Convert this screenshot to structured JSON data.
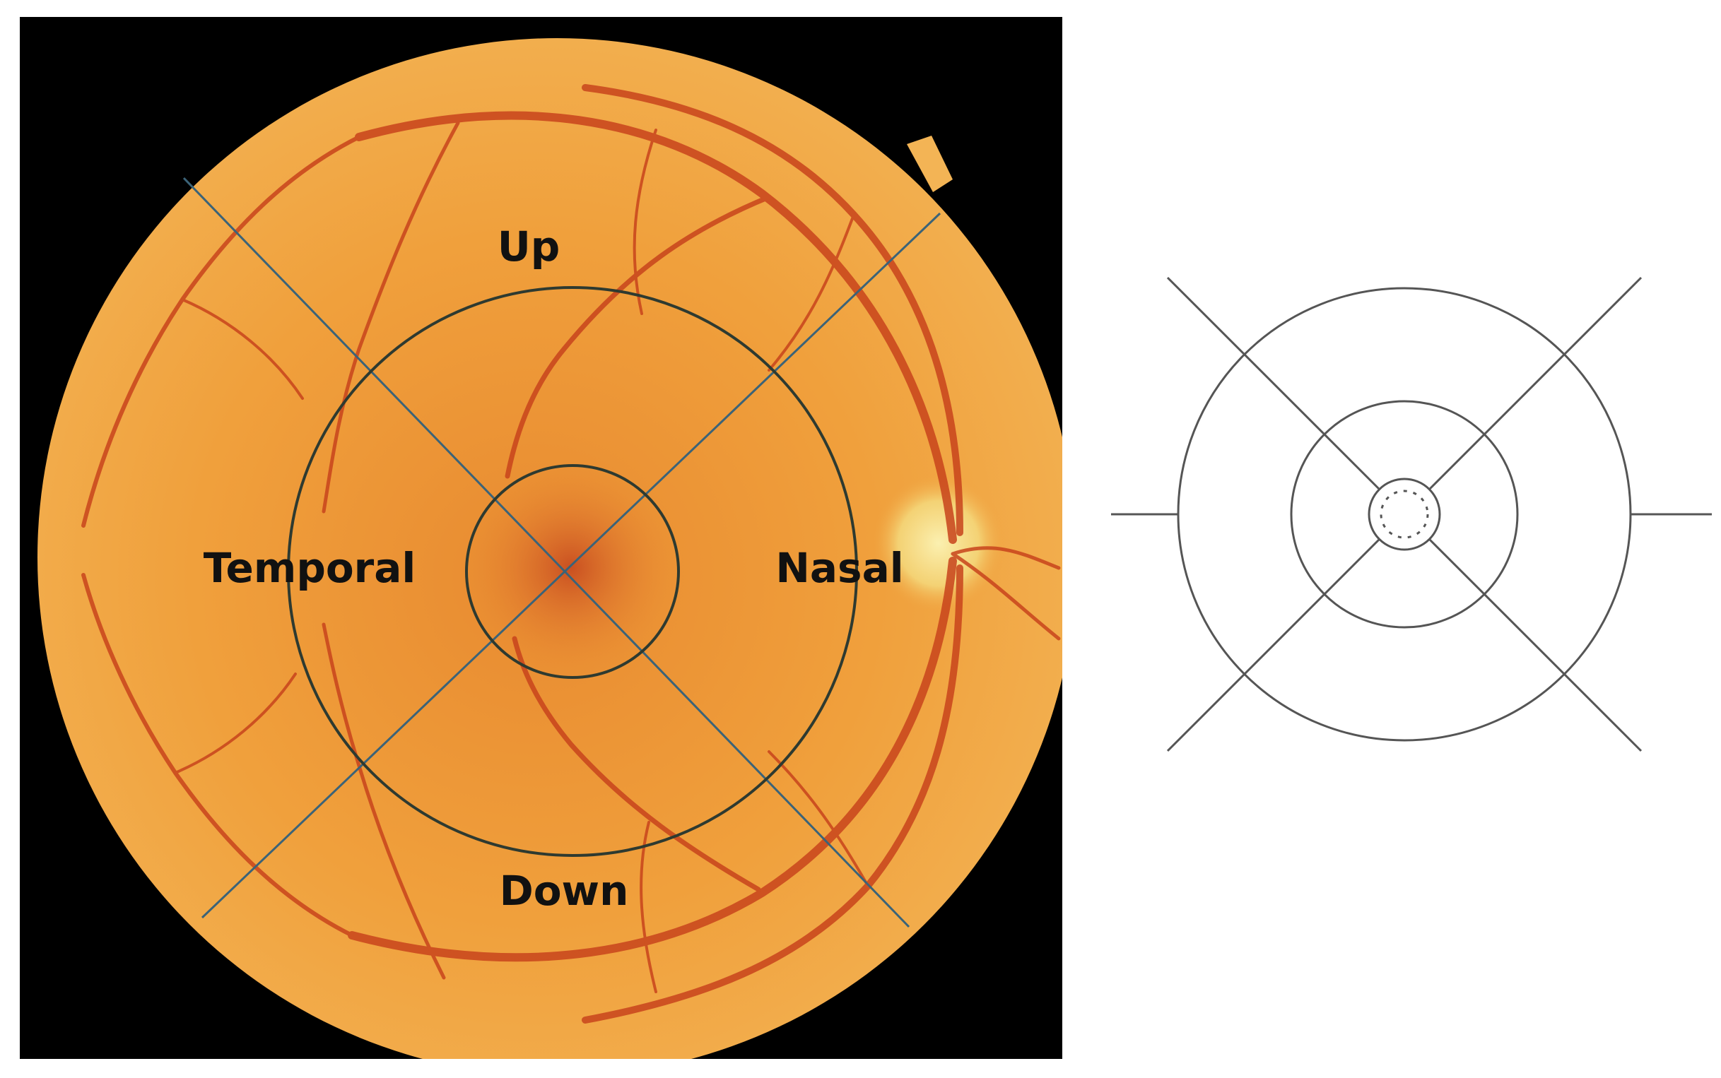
{
  "figure": {
    "fundus_photo": {
      "labels": {
        "up": "Up",
        "down": "Down",
        "temporal": "Temporal",
        "nasal": "Nasal"
      },
      "colors": {
        "background": "#000000",
        "retina": "#f0a03c",
        "vessel": "#c8441c",
        "optic_disc": "#f6e49a",
        "overlay_circle": "#2e3a30",
        "overlay_line": "#3b6378"
      }
    },
    "schematic": {
      "colors": {
        "stroke": "#555555",
        "background": "#ffffff"
      }
    }
  }
}
